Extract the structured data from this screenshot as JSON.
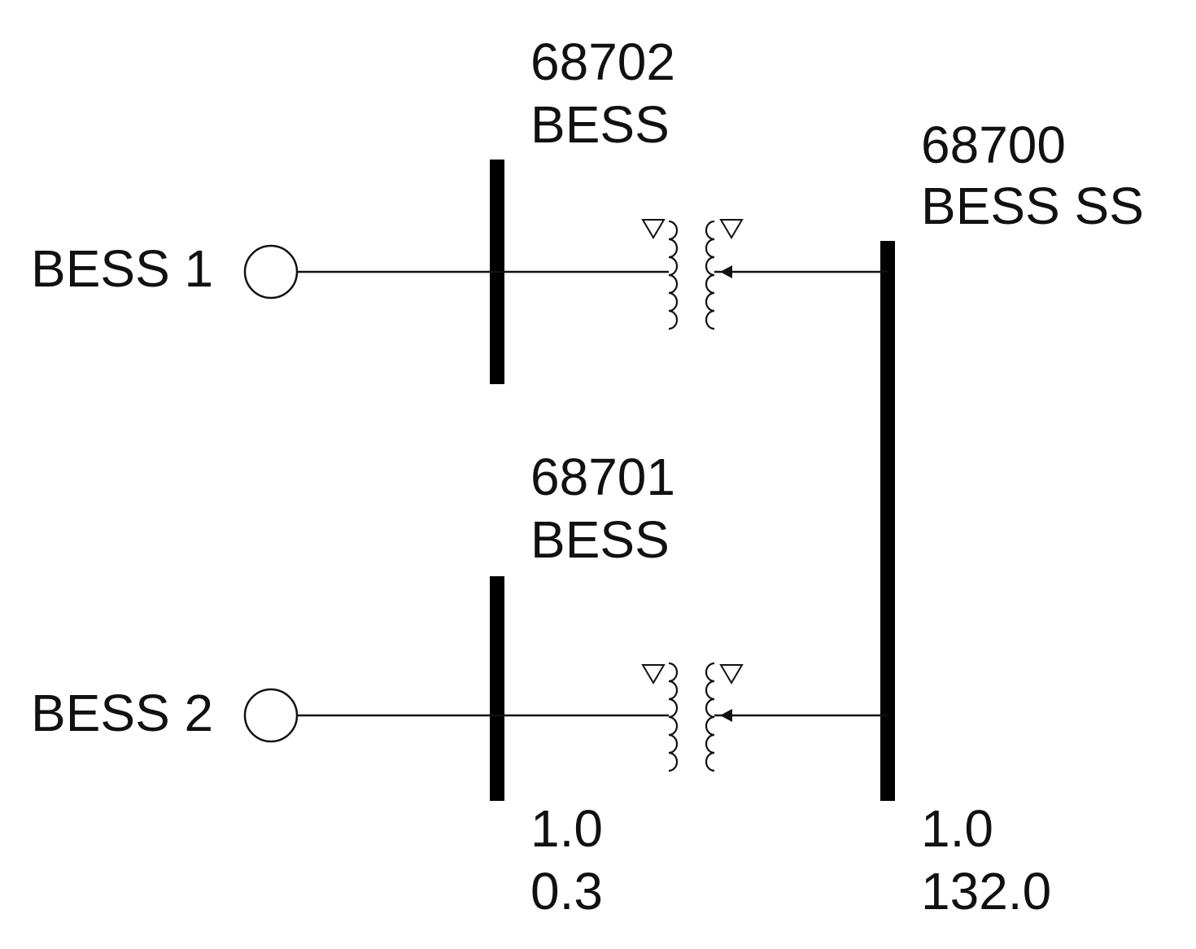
{
  "diagram": {
    "buses": {
      "bess_a": {
        "number": "68702",
        "name": "BESS"
      },
      "bess_b": {
        "number": "68701",
        "name": "BESS",
        "voltage_pu": "1.0",
        "voltage_kv": "0.3"
      },
      "substation": {
        "number": "68700",
        "name": "BESS SS",
        "voltage_pu": "1.0",
        "voltage_kv": "132.0"
      }
    },
    "generators": [
      {
        "label": "BESS 1"
      },
      {
        "label": "BESS 2"
      }
    ]
  }
}
